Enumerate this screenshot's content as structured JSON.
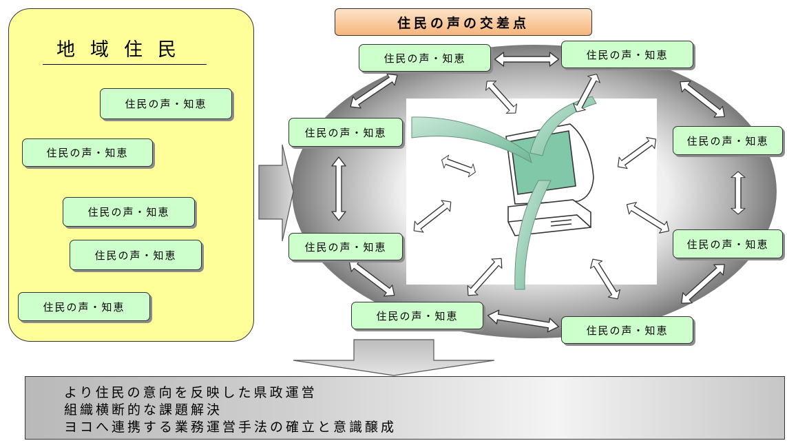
{
  "residents": {
    "title": "地域住民",
    "voices": [
      "住民の声・知恵",
      "住民の声・知恵",
      "住民の声・知恵",
      "住民の声・知恵",
      "住民の声・知恵"
    ]
  },
  "crossing": {
    "title": "住民の声の交差点",
    "voices": [
      "住民の声・知恵",
      "住民の声・知恵",
      "住民の声・知恵",
      "住民の声・知恵",
      "住民の声・知恵",
      "住民の声・知恵",
      "住民の声・知恵",
      "住民の声・知恵"
    ]
  },
  "outcome": {
    "lines": [
      "より住民の意向を反映した県政運営",
      "組織横断的な課題解決",
      "ヨコへ連携する業務運営手法の確立と意識醸成"
    ]
  },
  "colors": {
    "residents_fill": "#ffff99",
    "voice_fill": "#ccffcc",
    "header_fill": "#f6b57c",
    "screen_fill": "#80c8a8",
    "ellipse_gradient": "#888888"
  }
}
